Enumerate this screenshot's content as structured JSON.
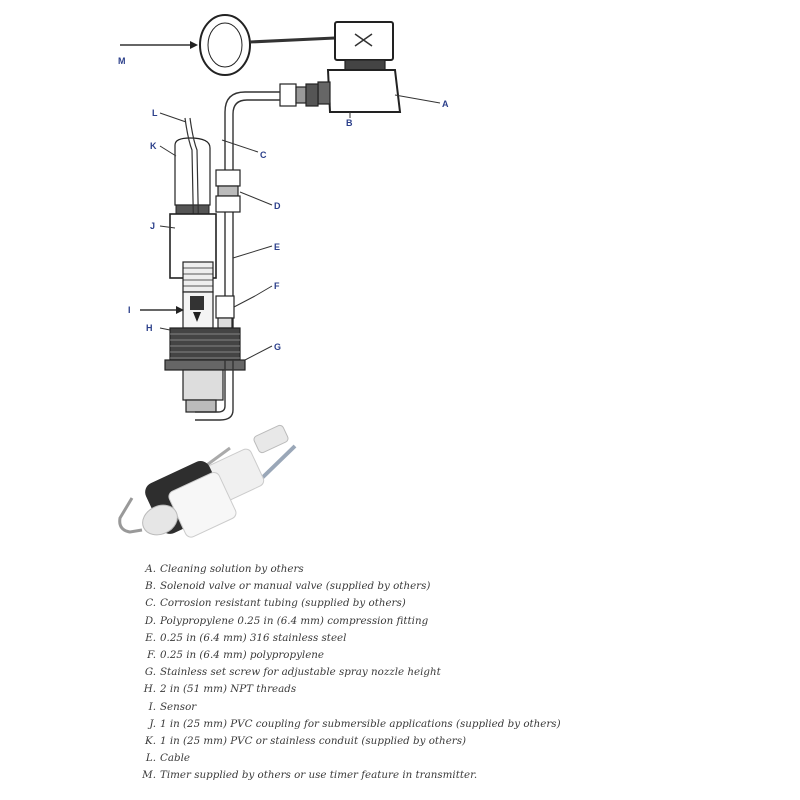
{
  "callouts": [
    "A",
    "B",
    "C",
    "D",
    "E",
    "F",
    "G",
    "H",
    "I",
    "J",
    "K",
    "L",
    "M"
  ],
  "legend": [
    {
      "key": "A.",
      "text": "Cleaning solution by others"
    },
    {
      "key": "B.",
      "text": "Solenoid valve or manual valve (supplied by others)"
    },
    {
      "key": "C.",
      "text": "Corrosion resistant tubing (supplied by others)"
    },
    {
      "key": "D.",
      "text": "Polypropylene 0.25 in (6.4 mm) compression fitting"
    },
    {
      "key": "E.",
      "text": "0.25 in (6.4 mm) 316 stainless steel"
    },
    {
      "key": "F.",
      "text": "0.25 in (6.4 mm) polypropylene"
    },
    {
      "key": "G.",
      "text": "Stainless set screw for adjustable spray nozzle height"
    },
    {
      "key": "H.",
      "text": "2 in (51 mm) NPT threads"
    },
    {
      "key": "I.",
      "text": "Sensor"
    },
    {
      "key": "J.",
      "text": "1 in (25 mm) PVC coupling for submersible applications (supplied by others)"
    },
    {
      "key": "K.",
      "text": "1 in (25 mm) PVC or stainless conduit (supplied by others)"
    },
    {
      "key": "L.",
      "text": "Cable"
    },
    {
      "key": "M.",
      "text": "Timer supplied by others or use timer feature in transmitter."
    }
  ]
}
